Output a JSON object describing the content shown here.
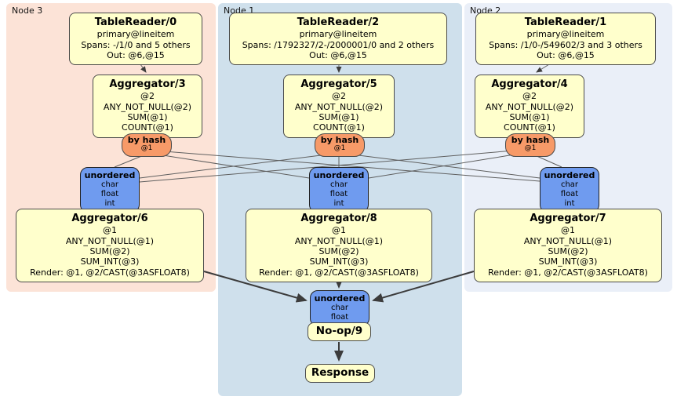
{
  "diagram": {
    "regions": [
      {
        "label": "Node 3"
      },
      {
        "label": "Node 1"
      },
      {
        "label": "Node 2"
      }
    ]
  },
  "nodes": {
    "tr0": {
      "title": "TableReader/0",
      "lines": [
        "primary@lineitem",
        "Spans: -/1/0 and 5 others",
        "Out: @6,@15"
      ]
    },
    "tr2": {
      "title": "TableReader/2",
      "lines": [
        "primary@lineitem",
        "Spans: /1792327/2-/2000001/0 and 2 others",
        "Out: @6,@15"
      ]
    },
    "tr1": {
      "title": "TableReader/1",
      "lines": [
        "primary@lineitem",
        "Spans: /1/0-/549602/3 and 3 others",
        "Out: @6,@15"
      ]
    },
    "agg3": {
      "title": "Aggregator/3",
      "lines": [
        "@2",
        "ANY_NOT_NULL(@2)",
        "SUM(@1)",
        "COUNT(@1)"
      ]
    },
    "agg5": {
      "title": "Aggregator/5",
      "lines": [
        "@2",
        "ANY_NOT_NULL(@2)",
        "SUM(@1)",
        "COUNT(@1)"
      ]
    },
    "agg4": {
      "title": "Aggregator/4",
      "lines": [
        "@2",
        "ANY_NOT_NULL(@2)",
        "SUM(@1)",
        "COUNT(@1)"
      ]
    },
    "hash3": {
      "title": "by hash",
      "sub": "@1"
    },
    "hash1": {
      "title": "by hash",
      "sub": "@1"
    },
    "hash2": {
      "title": "by hash",
      "sub": "@1"
    },
    "u3": {
      "title": "unordered",
      "lines": [
        "char",
        "float",
        "int"
      ]
    },
    "u1": {
      "title": "unordered",
      "lines": [
        "char",
        "float",
        "int"
      ]
    },
    "u2": {
      "title": "unordered",
      "lines": [
        "char",
        "float",
        "int"
      ]
    },
    "agg6": {
      "title": "Aggregator/6",
      "lines": [
        "@1",
        "ANY_NOT_NULL(@1)",
        "SUM(@2)",
        "SUM_INT(@3)",
        "Render: @1, @2/CAST(@3ASFLOAT8)"
      ]
    },
    "agg8": {
      "title": "Aggregator/8",
      "lines": [
        "@1",
        "ANY_NOT_NULL(@1)",
        "SUM(@2)",
        "SUM_INT(@3)",
        "Render: @1, @2/CAST(@3ASFLOAT8)"
      ]
    },
    "agg7": {
      "title": "Aggregator/7",
      "lines": [
        "@1",
        "ANY_NOT_NULL(@1)",
        "SUM(@2)",
        "SUM_INT(@3)",
        "Render: @1, @2/CAST(@3ASFLOAT8)"
      ]
    },
    "ufinal": {
      "title": "unordered",
      "lines": [
        "char",
        "float"
      ]
    },
    "noop": {
      "title": "No-op/9"
    },
    "response": {
      "title": "Response"
    }
  },
  "colors": {
    "region_node3": "#fce3d7",
    "region_node1": "#cfe0ec",
    "region_node2": "#eaeff8",
    "processor_box": "#ffffcc",
    "hash_router": "#f79a68",
    "stream_box": "#6f9bef",
    "edge": "#5f5f5f"
  }
}
